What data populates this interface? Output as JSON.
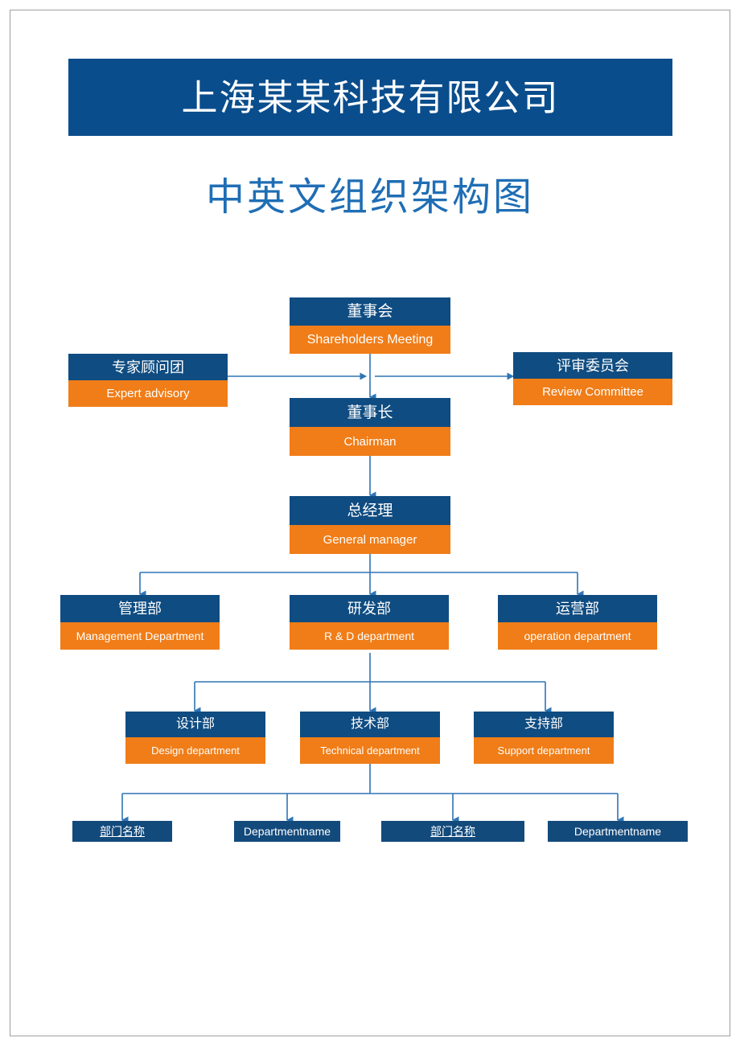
{
  "header": {
    "company_title": "上海某某科技有限公司",
    "chart_subtitle": "中英文组织架构图",
    "title_bar_color": "#0a4d8c",
    "subtitle_color": "#1f6eb5"
  },
  "theme": {
    "node_cn_color": "#0f4c81",
    "node_en_color": "#f07d18",
    "leaf_color": "#134a7c",
    "connector_color": "#2e75b6",
    "page_background": "#ffffff"
  },
  "chart": {
    "type": "org-chart",
    "nodes": {
      "shareholders": {
        "cn": "董事会",
        "en": "Shareholders Meeting"
      },
      "expert_advisory": {
        "cn": "专家顾问团",
        "en": "Expert advisory"
      },
      "review_committee": {
        "cn": "评审委员会",
        "en": "Review Committee"
      },
      "chairman": {
        "cn": "董事长",
        "en": "Chairman"
      },
      "general_manager": {
        "cn": "总经理",
        "en": "General manager"
      },
      "management_dept": {
        "cn": "管理部",
        "en": "Management Department"
      },
      "rd_dept": {
        "cn": "研发部",
        "en": "R & D department"
      },
      "operation_dept": {
        "cn": "运营部",
        "en": "operation department"
      },
      "design_dept": {
        "cn": "设计部",
        "en": "Design department"
      },
      "technical_dept": {
        "cn": "技术部",
        "en": "Technical department"
      },
      "support_dept": {
        "cn": "支持部",
        "en": "Support department"
      }
    },
    "leaves": [
      {
        "label": "部门名称",
        "underlined": true
      },
      {
        "label": "Departmentname",
        "underlined": false
      },
      {
        "label": "部门名称",
        "underlined": true
      },
      {
        "label": "Departmentname",
        "underlined": false
      }
    ]
  }
}
